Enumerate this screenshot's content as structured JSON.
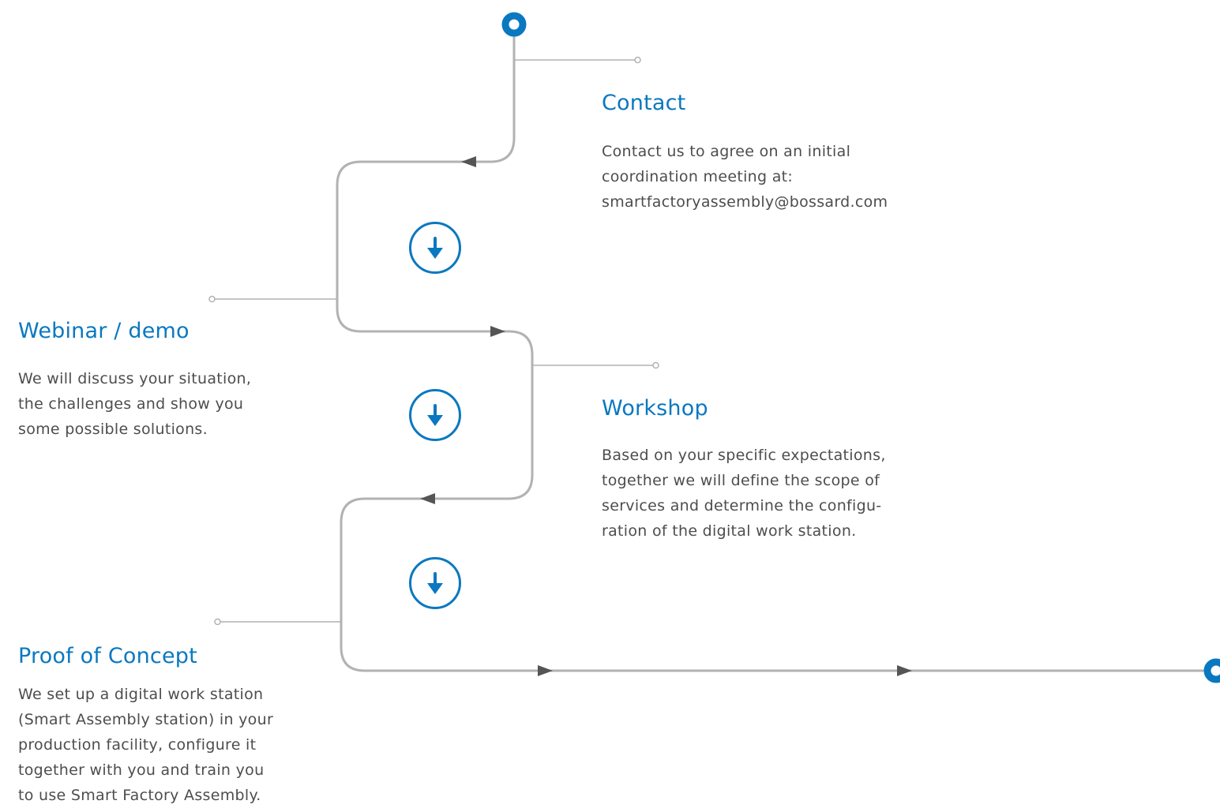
{
  "colors": {
    "accent": "#0a78c0",
    "line": "#b2b2b2",
    "arrow": "#555555",
    "text": "#4d4d4d"
  },
  "steps": [
    {
      "title": "Contact",
      "lines": [
        "Contact us to agree on an initial",
        "coordination meeting at:",
        "smartfactoryassembly@bossard.com"
      ]
    },
    {
      "title": "Webinar / demo",
      "lines": [
        "We will discuss your situation,",
        "the challenges and show you",
        "some possible solutions."
      ]
    },
    {
      "title": "Workshop",
      "lines": [
        "Based on your specific expectations,",
        "together we will define the scope of",
        "services and determine the configu-",
        "ration of the digital work station."
      ]
    },
    {
      "title": "Proof of Concept",
      "lines": [
        "We set up a digital work station",
        "(Smart Assembly station) in your",
        "production facility, configure it",
        "together with you and train you",
        "to use Smart Factory Assembly."
      ]
    }
  ],
  "icons": {
    "start": "start-node-icon",
    "end": "end-node-icon",
    "step_down": "arrow-down-circle-icon",
    "direction": "direction-arrow-icon"
  }
}
